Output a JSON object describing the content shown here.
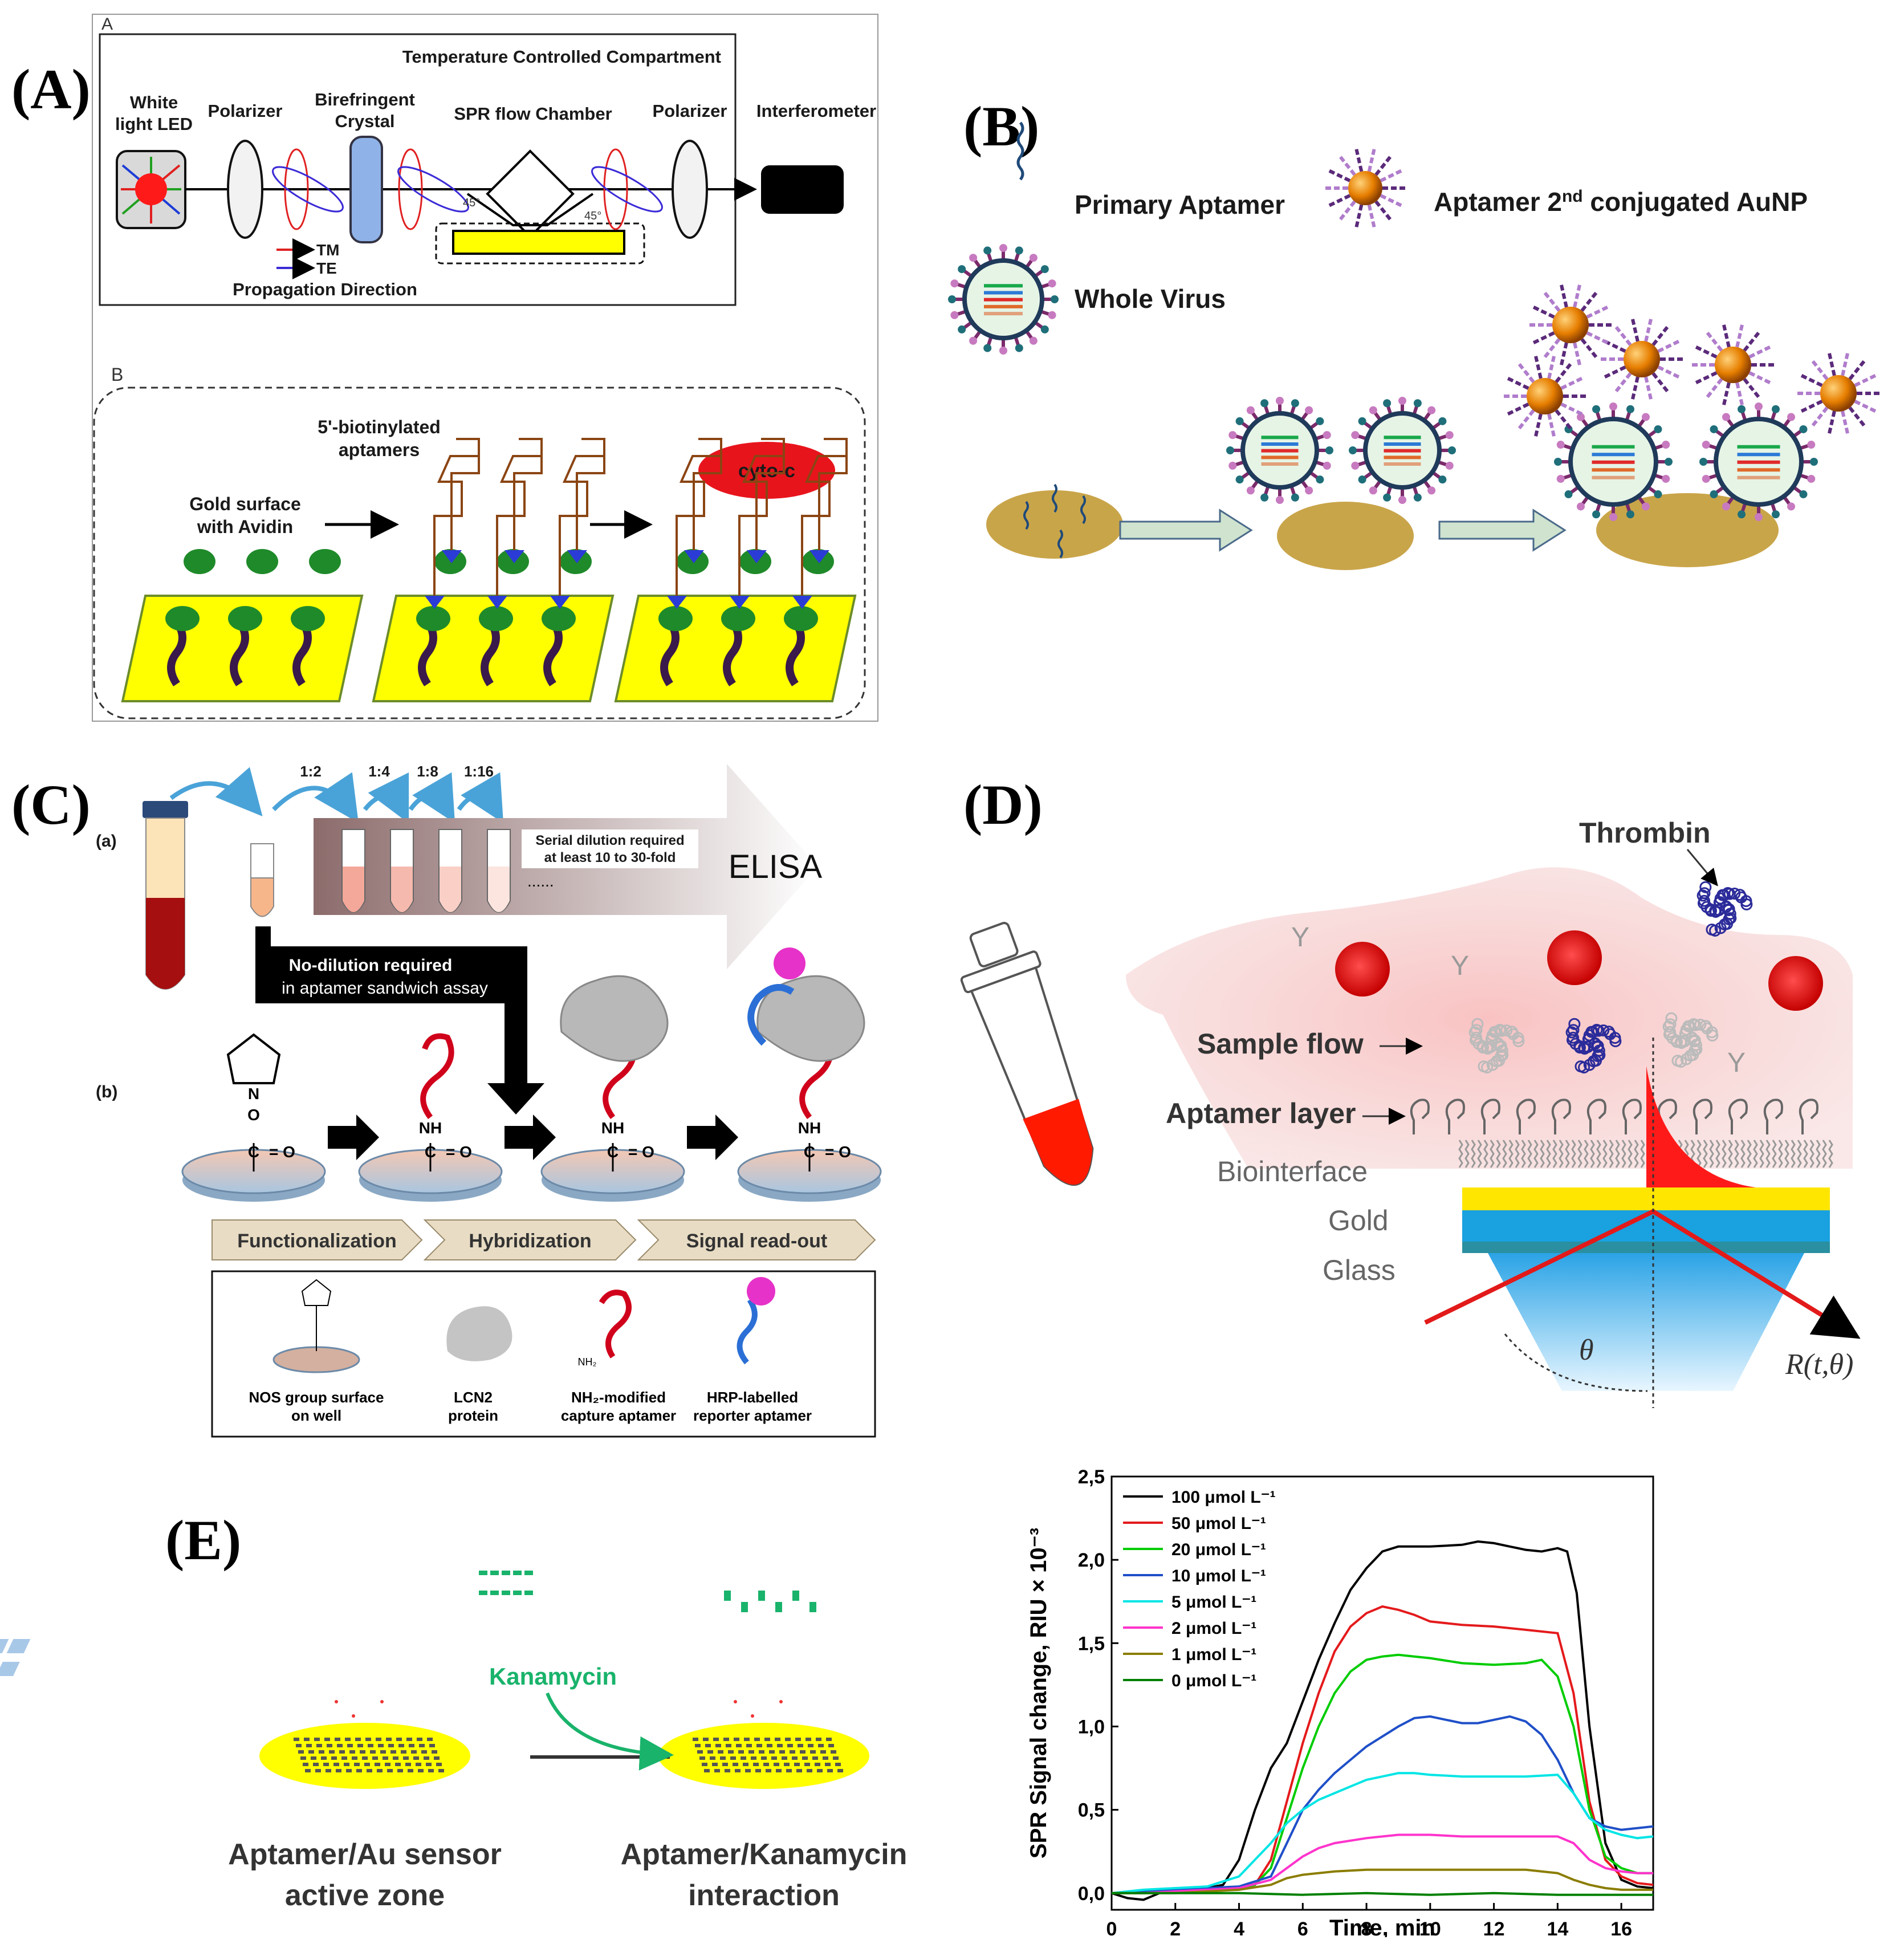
{
  "colors": {
    "gold": "#c9a54a",
    "yellow": "#ffff00",
    "aptamer_red": "#d0021b",
    "virus_membrane": "#1f3a5a",
    "au_orange": "#e67e00",
    "arrow_fill": "#cfe3cf",
    "flow_pink": "#f6b3b3"
  },
  "panel_labels": {
    "A": "(A)",
    "B": "(B)",
    "C": "(C)",
    "D": "(D)",
    "E": "(E)"
  },
  "panel_a": {
    "sub_a": "A",
    "sub_b": "B",
    "compartment": "Temperature Controlled Compartment",
    "led_line1": "White",
    "led_line2": "light LED",
    "polarizer1": "Polarizer",
    "crystal_line1": "Birefringent",
    "crystal_line2": "Crystal",
    "chamber": "SPR flow Chamber",
    "polarizer2": "Polarizer",
    "interferometer": "Interferometer",
    "angle1": "45°",
    "angle2": "45°",
    "tm": "TM",
    "te": "TE",
    "propagation": "Propagation Direction",
    "biotin_line1": "5'-biotinylated",
    "biotin_line2": "aptamers",
    "gold_line1": "Gold surface",
    "gold_line2": "with Avidin",
    "cyto": "cyto-c"
  },
  "panel_b": {
    "primary_aptamer": "Primary Aptamer",
    "conjugated_prefix": "Aptamer 2",
    "conjugated_sup": "nd",
    "conjugated_suffix": " conjugated AuNP",
    "whole_virus": "Whole Virus"
  },
  "panel_c": {
    "row_a": "(a)",
    "row_b": "(b)",
    "ratio1": "1:2",
    "ratio2": "1:4",
    "ratio3": "1:8",
    "ratio4": "1:16",
    "serial_line1": "Serial dilution required",
    "serial_line2": "at least 10 to 30-fold",
    "dots": "......",
    "elisa": "ELISA",
    "nodilution_line1": "No-dilution required",
    "nodilution_line2": "in aptamer sandwich assay",
    "steps": [
      "Functionalization",
      "Hybridization",
      "Signal read-out"
    ],
    "legend": [
      {
        "line1": "NOS group surface",
        "line2": "on well"
      },
      {
        "line1": "LCN2",
        "line2": "protein"
      },
      {
        "line1": "NH₂-modified",
        "line2": "capture aptamer"
      },
      {
        "line1": "HRP-labelled",
        "line2": "reporter aptamer"
      }
    ],
    "chem_o": "O",
    "chem_n": "N",
    "chem_c": "C",
    "chem_eq_o": "= O",
    "chem_nh": "NH",
    "chem_nh2": "NH₂"
  },
  "panel_d": {
    "thrombin": "Thrombin",
    "sample_flow": "Sample flow",
    "aptamer_layer": "Aptamer layer",
    "biointerface": "Biointerface",
    "gold": "Gold",
    "glass": "Glass",
    "theta": "θ",
    "reflect": "R(t,θ)"
  },
  "panel_e": {
    "kanamycin": "Kanamycin",
    "left_line1": "Aptamer/Au sensor",
    "left_line2": "active zone",
    "right_line1": "Aptamer/Kanamycin",
    "right_line2": "interaction"
  },
  "chart_data": {
    "type": "line",
    "xlabel": "Time, min",
    "ylabel": "SPR Signal change, RIU × 10⁻³",
    "xlim": [
      0,
      17
    ],
    "ylim": [
      -0.1,
      2.5
    ],
    "xticks": [
      "0",
      "2",
      "4",
      "6",
      "8",
      "10",
      "12",
      "14",
      "16"
    ],
    "yticks": [
      "0,0",
      "0,5",
      "1,0",
      "1,5",
      "2,0",
      "2,5"
    ],
    "legend_position": "top-left",
    "series": [
      {
        "name": "100 μmol L⁻¹",
        "color": "#000000",
        "x": [
          0,
          0.5,
          1,
          1.5,
          2,
          3,
          3.5,
          4,
          4.5,
          5,
          5.5,
          6,
          6.5,
          7,
          7.5,
          8,
          8.5,
          9,
          9.5,
          10,
          11,
          11.5,
          12,
          12.5,
          13,
          13.5,
          14,
          14.3,
          14.6,
          15,
          15.5,
          16,
          16.5,
          17
        ],
        "y": [
          0.0,
          -0.03,
          -0.04,
          0.0,
          0.02,
          0.03,
          0.05,
          0.2,
          0.5,
          0.75,
          0.9,
          1.15,
          1.4,
          1.62,
          1.82,
          1.95,
          2.05,
          2.08,
          2.08,
          2.08,
          2.09,
          2.11,
          2.1,
          2.08,
          2.06,
          2.05,
          2.07,
          2.05,
          1.8,
          1.0,
          0.3,
          0.08,
          0.04,
          0.03
        ]
      },
      {
        "name": "50 μmol L⁻¹",
        "color": "#e41a1c",
        "x": [
          0,
          1,
          2,
          3,
          4,
          4.5,
          5,
          5.5,
          6,
          6.5,
          7,
          7.5,
          8,
          8.5,
          9,
          9.5,
          10,
          11,
          12,
          13,
          14,
          14.5,
          15,
          15.5,
          16,
          16.5,
          17
        ],
        "y": [
          0.0,
          0.0,
          0.02,
          0.03,
          0.03,
          0.05,
          0.2,
          0.55,
          0.9,
          1.2,
          1.45,
          1.6,
          1.68,
          1.72,
          1.7,
          1.67,
          1.63,
          1.61,
          1.6,
          1.58,
          1.56,
          1.2,
          0.55,
          0.2,
          0.1,
          0.06,
          0.05
        ]
      },
      {
        "name": "20 μmol L⁻¹",
        "color": "#00cc00",
        "x": [
          0,
          1,
          2,
          3,
          4,
          4.5,
          5,
          5.5,
          6,
          6.5,
          7,
          7.5,
          8,
          8.5,
          9,
          9.5,
          10,
          11,
          12,
          13,
          13.5,
          14,
          14.5,
          15,
          15.5,
          16,
          16.5,
          17
        ],
        "y": [
          0.0,
          0.0,
          0.01,
          0.02,
          0.03,
          0.05,
          0.15,
          0.45,
          0.75,
          1.0,
          1.2,
          1.33,
          1.4,
          1.42,
          1.43,
          1.42,
          1.41,
          1.38,
          1.37,
          1.38,
          1.4,
          1.3,
          1.0,
          0.5,
          0.22,
          0.15,
          0.12,
          0.12
        ]
      },
      {
        "name": "10 μmol L⁻¹",
        "color": "#1f4fc8",
        "x": [
          0,
          1,
          2,
          3,
          4,
          5,
          5.5,
          6,
          6.5,
          7,
          7.5,
          8,
          8.5,
          9,
          9.5,
          10,
          10.5,
          11,
          11.5,
          12,
          12.5,
          13,
          13.5,
          14,
          14.5,
          15,
          15.5,
          16,
          16.5,
          17
        ],
        "y": [
          0.0,
          0.01,
          0.02,
          0.03,
          0.04,
          0.1,
          0.3,
          0.5,
          0.62,
          0.72,
          0.8,
          0.88,
          0.94,
          1.0,
          1.05,
          1.06,
          1.04,
          1.02,
          1.02,
          1.04,
          1.06,
          1.03,
          0.95,
          0.8,
          0.6,
          0.45,
          0.4,
          0.38,
          0.39,
          0.4
        ]
      },
      {
        "name": "5 μmol L⁻¹",
        "color": "#00e5e5",
        "x": [
          0,
          1,
          2,
          3,
          4,
          5,
          5.5,
          6,
          6.5,
          7,
          7.5,
          8,
          8.5,
          9,
          9.5,
          10,
          11,
          12,
          13,
          14,
          14.5,
          15,
          15.5,
          16,
          16.5,
          17
        ],
        "y": [
          0.0,
          0.02,
          0.03,
          0.04,
          0.1,
          0.3,
          0.42,
          0.5,
          0.56,
          0.6,
          0.64,
          0.68,
          0.7,
          0.72,
          0.72,
          0.71,
          0.7,
          0.7,
          0.7,
          0.71,
          0.6,
          0.45,
          0.38,
          0.35,
          0.33,
          0.34
        ]
      },
      {
        "name": "2 μmol L⁻¹",
        "color": "#ff33cc",
        "x": [
          0,
          1,
          2,
          3,
          4,
          5,
          5.5,
          6,
          6.5,
          7,
          8,
          9,
          10,
          11,
          12,
          13,
          14,
          14.5,
          15,
          15.5,
          16,
          16.5,
          17
        ],
        "y": [
          0.0,
          0.0,
          0.01,
          0.02,
          0.03,
          0.08,
          0.15,
          0.22,
          0.27,
          0.3,
          0.33,
          0.35,
          0.35,
          0.34,
          0.34,
          0.34,
          0.34,
          0.3,
          0.2,
          0.15,
          0.13,
          0.12,
          0.12
        ]
      },
      {
        "name": "1 μmol L⁻¹",
        "color": "#8b7d00",
        "x": [
          0,
          1,
          2,
          3,
          4,
          5,
          5.5,
          6,
          7,
          8,
          9,
          10,
          11,
          12,
          13,
          14,
          14.5,
          15,
          15.5,
          16,
          17
        ],
        "y": [
          0.0,
          0.0,
          0.0,
          0.01,
          0.02,
          0.05,
          0.09,
          0.11,
          0.13,
          0.14,
          0.14,
          0.14,
          0.14,
          0.14,
          0.14,
          0.12,
          0.08,
          0.05,
          0.03,
          0.02,
          0.02
        ]
      },
      {
        "name": "0 μmol L⁻¹",
        "color": "#008000",
        "x": [
          0,
          2,
          4,
          6,
          8,
          10,
          12,
          14,
          16,
          17
        ],
        "y": [
          0.0,
          0.0,
          0.0,
          -0.01,
          0.0,
          -0.01,
          0.0,
          -0.01,
          -0.01,
          -0.01
        ]
      }
    ]
  }
}
